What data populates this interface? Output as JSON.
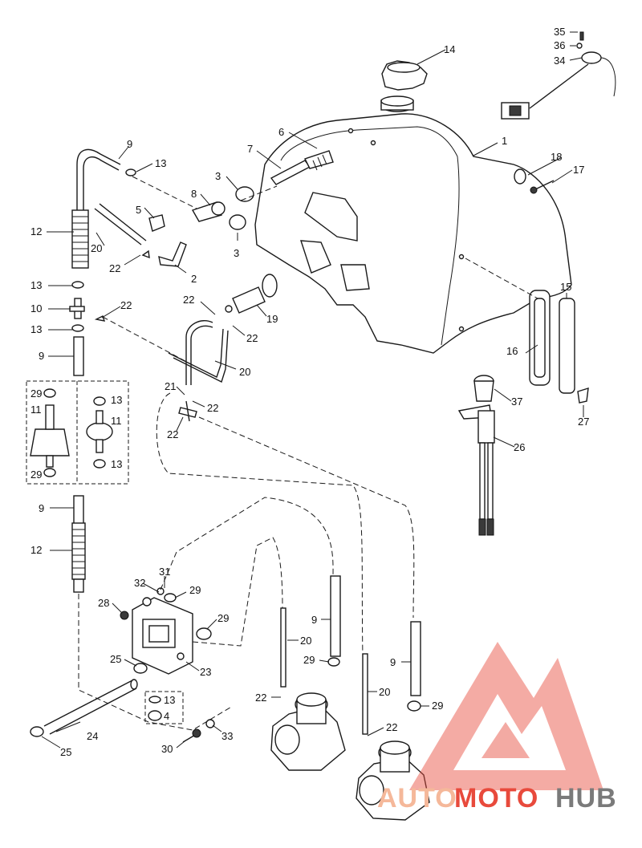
{
  "callouts": {
    "c1": "1",
    "c2": "2",
    "c3a": "3",
    "c3b": "3",
    "c4": "4",
    "c5": "5",
    "c6": "6",
    "c7": "7",
    "c8": "8",
    "c9a": "9",
    "c9b": "9",
    "c9c": "9",
    "c9d": "9",
    "c9e": "9",
    "c10": "10",
    "c11a": "11",
    "c11b": "11",
    "c12a": "12",
    "c12b": "12",
    "c13a": "13",
    "c13b": "13",
    "c13c": "13",
    "c13d": "13",
    "c13e": "13",
    "c13f": "13",
    "c14": "14",
    "c15": "15",
    "c16": "16",
    "c17": "17",
    "c18": "18",
    "c19": "19",
    "c20a": "20",
    "c20b": "20",
    "c20c": "20",
    "c20d": "20",
    "c21": "21",
    "c22a": "22",
    "c22b": "22",
    "c22c": "22",
    "c22d": "22",
    "c22e": "22",
    "c22f": "22",
    "c22g": "22",
    "c22h": "22",
    "c23": "23",
    "c24": "24",
    "c25a": "25",
    "c25b": "25",
    "c26": "26",
    "c27": "27",
    "c28": "28",
    "c29a": "29",
    "c29b": "29",
    "c29c": "29",
    "c29d": "29",
    "c29e": "29",
    "c29f": "29",
    "c30": "30",
    "c31": "31",
    "c32": "32",
    "c33": "33",
    "c34": "34",
    "c35": "35",
    "c36": "36",
    "c37": "37"
  },
  "watermark": {
    "part1": "AUTO",
    "part2": "MOTO",
    "part3": "HUB",
    "color_light": "#f5b89a",
    "color_red": "#e84a3c",
    "color_dark": "#7a7a7a"
  }
}
